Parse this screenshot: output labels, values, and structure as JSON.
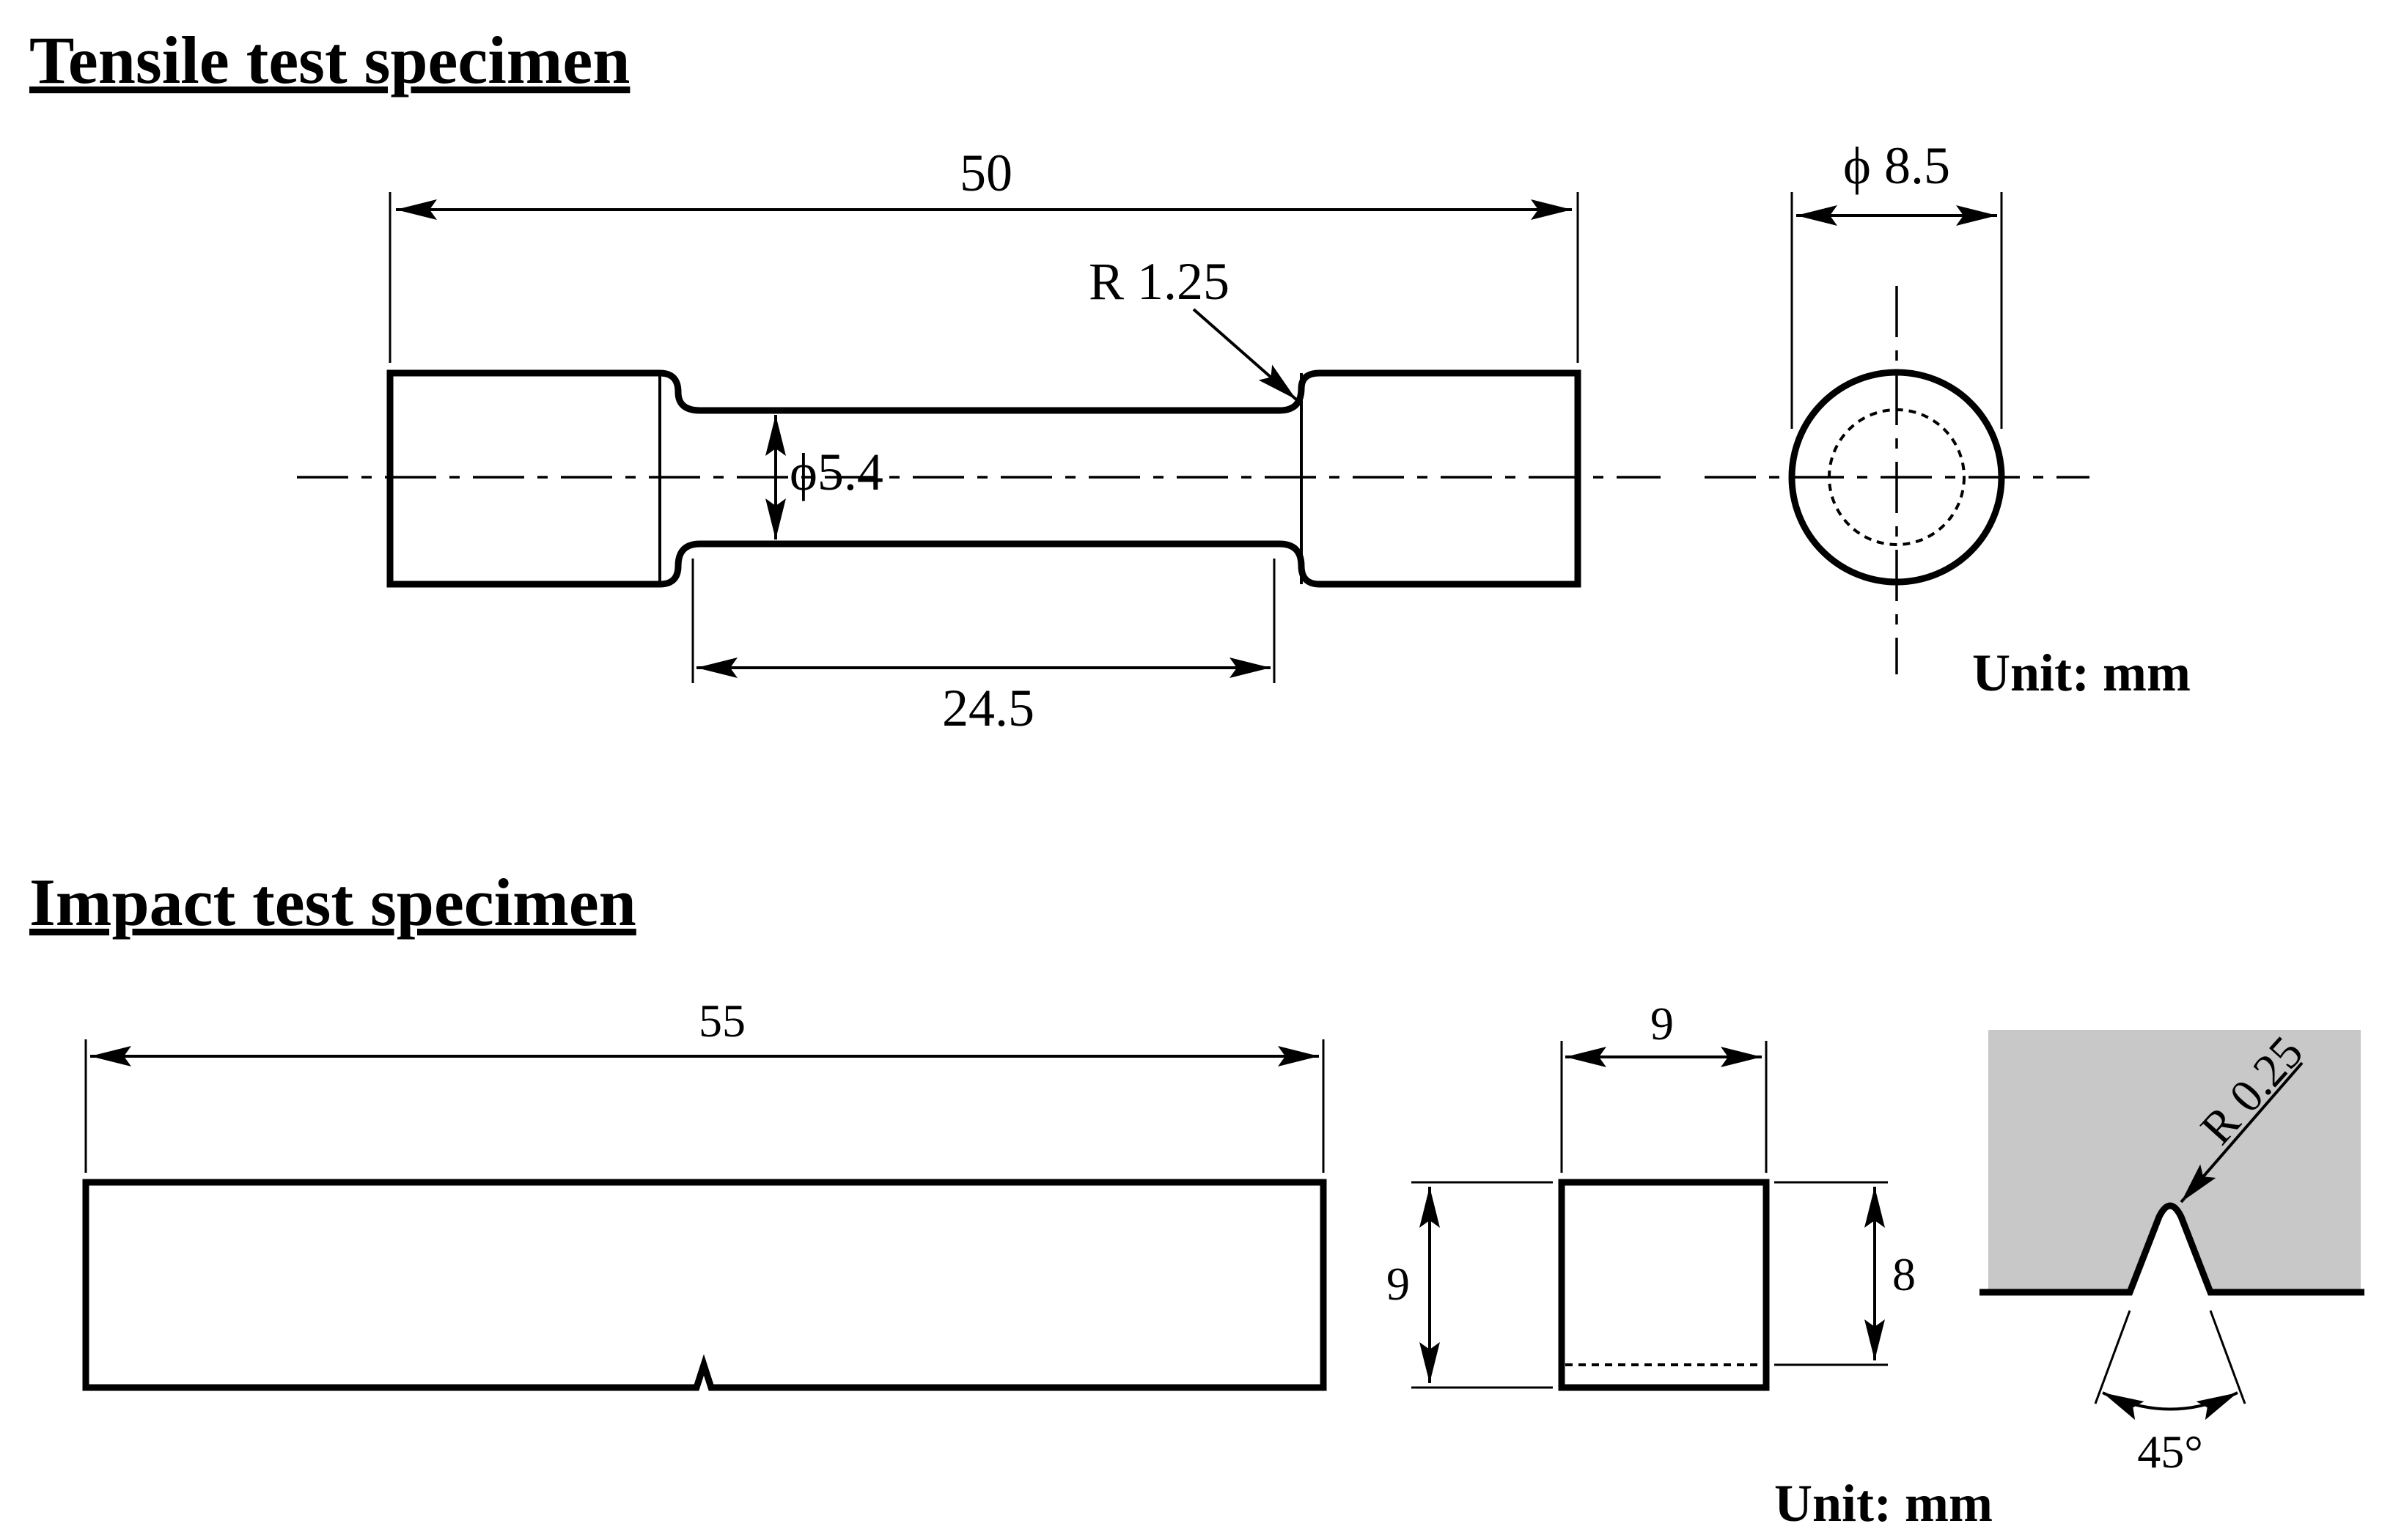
{
  "tensile": {
    "title": "Tensile test specimen",
    "overall_length": "50",
    "gauge_length": "24.5",
    "gauge_diameter": "ϕ5.4",
    "fillet_radius": "R 1.25",
    "grip_diameter": "ϕ 8.5",
    "unit": "Unit: mm"
  },
  "impact": {
    "title": "Impact test specimen",
    "length": "55",
    "width": "9",
    "height": "9",
    "ligament": "8",
    "notch_radius": "R 0.25",
    "notch_angle": "45°",
    "unit": "Unit: mm",
    "notch_fill_color": "#c8c8c8"
  }
}
